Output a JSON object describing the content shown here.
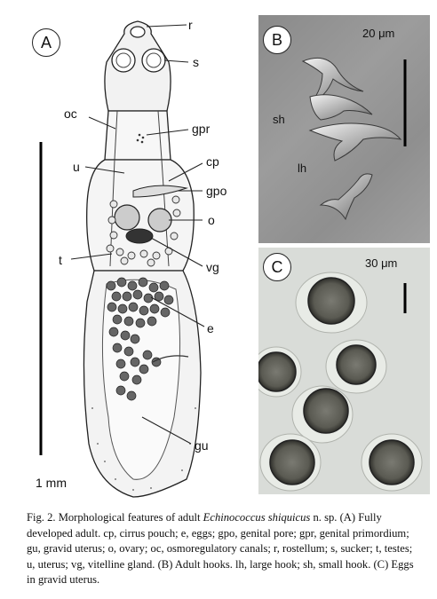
{
  "panel_a": {
    "letter": "A",
    "labels": {
      "r": "r",
      "s": "s",
      "oc": "oc",
      "gpr": "gpr",
      "u": "u",
      "cp": "cp",
      "gpo": "gpo",
      "o": "o",
      "t": "t",
      "vg": "vg",
      "e": "e",
      "gu": "gu"
    },
    "scale": "1 mm"
  },
  "panel_b": {
    "letter": "B",
    "scale": "20 μm",
    "labels": {
      "sh": "sh",
      "lh": "lh"
    }
  },
  "panel_c": {
    "letter": "C",
    "scale": "30 μm"
  },
  "caption": {
    "prefix": "Fig. 2. Morphological features of adult ",
    "species": "Echinococcus shiquicus",
    "suffix": " n. sp. (A) Fully developed adult. cp, cirrus pouch; e, eggs; gpo, genital pore; gpr, genital primordium; gu, gravid uterus; o, ovary; oc, osmoregulatory canals; r, rostellum; s, sucker; t, testes; u, uterus; vg, vitelline gland. (B) Adult hooks. lh, large hook; sh, small hook. (C) Eggs in gravid uterus."
  }
}
